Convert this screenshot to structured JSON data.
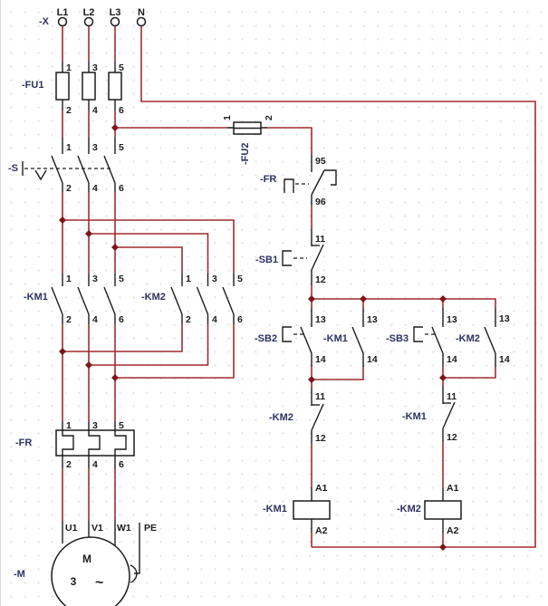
{
  "colors": {
    "wire": "#a12c2e",
    "junction": "#7d1518",
    "component_line": "#1c1c1c",
    "component_tag": "#2e3263",
    "grid_dot": "#dcdfe8",
    "background": "#ffffff"
  },
  "power": {
    "x_block": {
      "tag": "-X",
      "l1": "L1",
      "l2": "L2",
      "l3": "L3",
      "n": "N"
    },
    "fu1": {
      "tag": "-FU1",
      "pins": [
        "1",
        "2",
        "3",
        "4",
        "5",
        "6"
      ]
    },
    "s": {
      "tag": "-S",
      "pins": [
        "1",
        "2",
        "3",
        "4",
        "5",
        "6"
      ]
    },
    "km1": {
      "tag": "-KM1",
      "pins": [
        "1",
        "2",
        "3",
        "4",
        "5",
        "6"
      ]
    },
    "km2": {
      "tag": "-KM2",
      "pins": [
        "1",
        "2",
        "3",
        "4",
        "5",
        "6"
      ]
    },
    "fr": {
      "tag": "-FR",
      "pins": [
        "1",
        "2",
        "3",
        "4",
        "5",
        "6"
      ]
    },
    "motor": {
      "tag": "-M",
      "letter": "M",
      "phases": "3",
      "ac": "~",
      "u1": "U1",
      "v1": "V1",
      "w1": "W1",
      "pe": "PE"
    }
  },
  "control": {
    "fu2": {
      "tag": "-FU2",
      "pin1": "1",
      "pin2": "2"
    },
    "fr_nc": {
      "tag": "-FR",
      "pin_top": "95",
      "pin_bot": "96"
    },
    "sb1": {
      "tag": "-SB1",
      "pin_top": "11",
      "pin_bot": "12"
    },
    "sb2": {
      "tag": "-SB2",
      "pin_top": "13",
      "pin_bot": "14"
    },
    "km1_aux": {
      "tag": "-KM1",
      "pin_top": "13",
      "pin_bot": "14"
    },
    "sb3": {
      "tag": "-SB3",
      "pin_top": "13",
      "pin_bot": "14"
    },
    "km2_aux": {
      "tag": "-KM2",
      "pin_top": "13",
      "pin_bot": "14"
    },
    "km2_nc": {
      "tag": "-KM2",
      "pin_top": "11",
      "pin_bot": "12"
    },
    "km1_nc": {
      "tag": "-KM1",
      "pin_top": "11",
      "pin_bot": "12"
    },
    "km1_coil": {
      "tag": "-KM1",
      "pin_top": "A1",
      "pin_bot": "A2"
    },
    "km2_coil": {
      "tag": "-KM2",
      "pin_top": "A1",
      "pin_bot": "A2"
    }
  }
}
